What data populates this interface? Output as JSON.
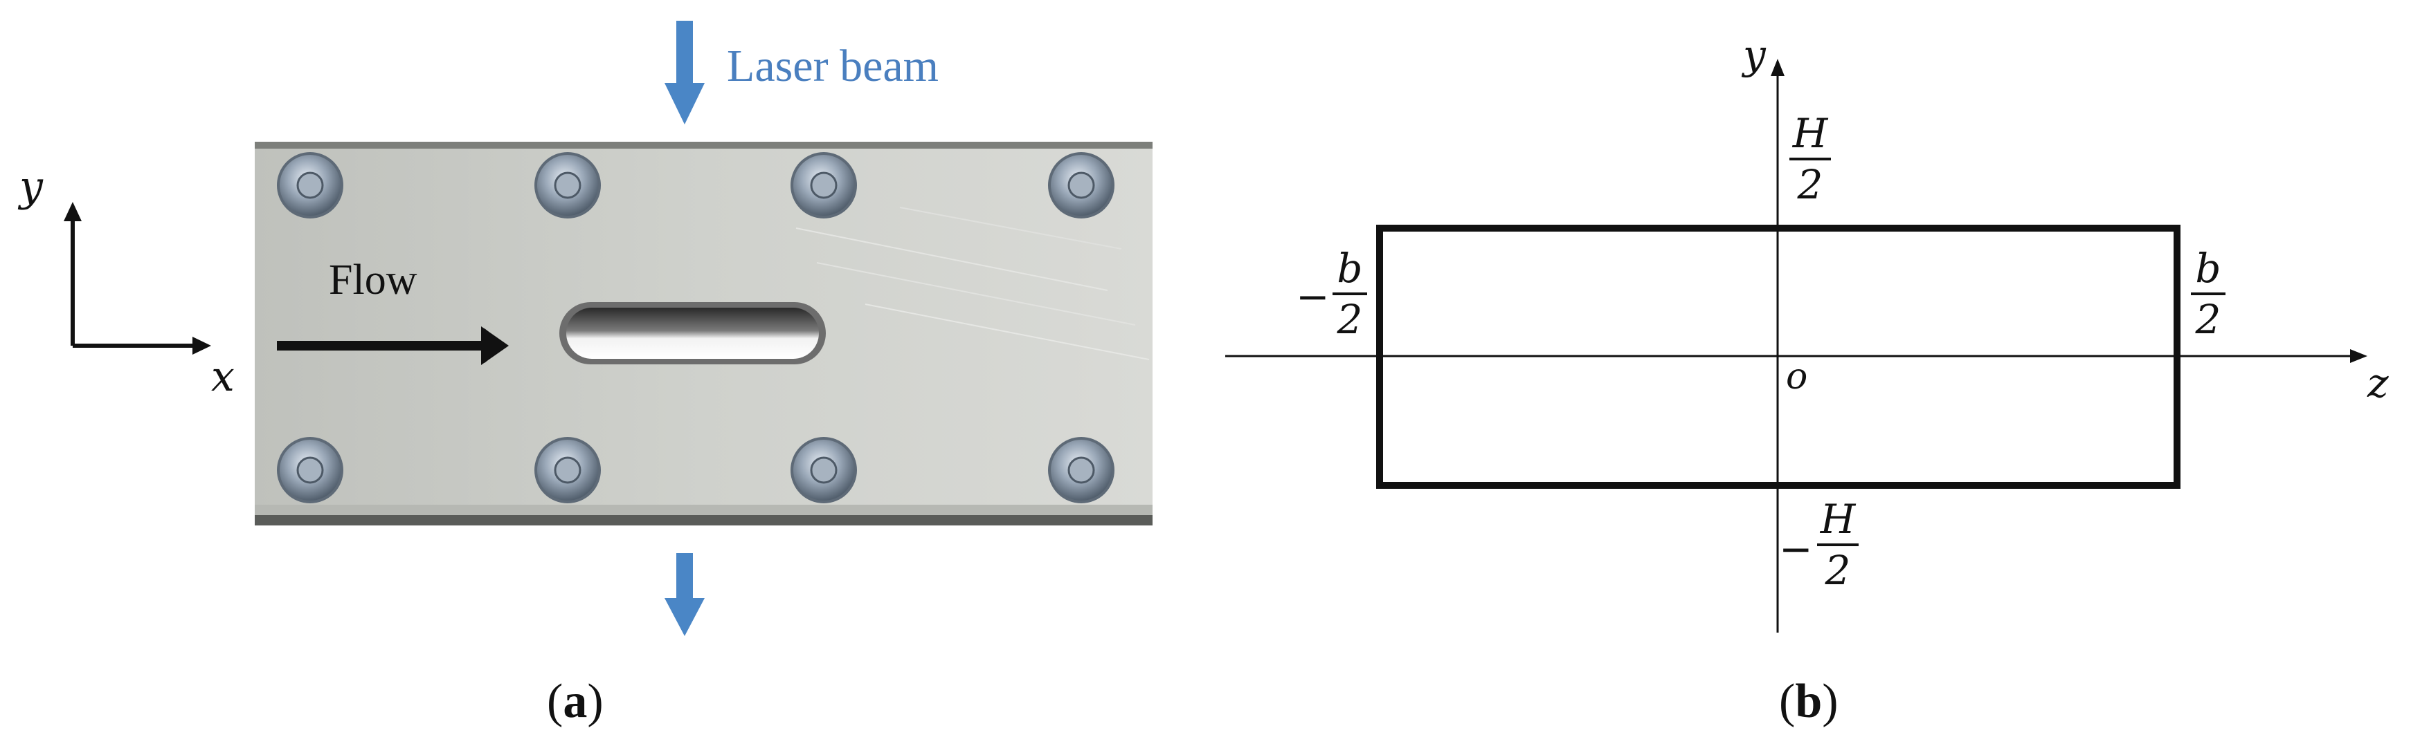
{
  "panel_a": {
    "laser_label": "Laser beam",
    "flow_label": "Flow",
    "axis_y": "y",
    "axis_x": "x",
    "caption_open": "(",
    "caption_letter": "a",
    "caption_close": ")",
    "colors": {
      "plate": "#c9cbc6",
      "arrow_blue": "#4a86c6",
      "text_blue": "#4a7fbf"
    }
  },
  "panel_b": {
    "axis_y": "y",
    "axis_z": "z",
    "origin": "o",
    "top": {
      "num": "H",
      "den": "2",
      "sign": ""
    },
    "bottom": {
      "num": "H",
      "den": "2",
      "sign": "−"
    },
    "left": {
      "num": "b",
      "den": "2",
      "sign": "−"
    },
    "right": {
      "num": "b",
      "den": "2",
      "sign": ""
    },
    "caption_open": "(",
    "caption_letter": "b",
    "caption_close": ")"
  }
}
